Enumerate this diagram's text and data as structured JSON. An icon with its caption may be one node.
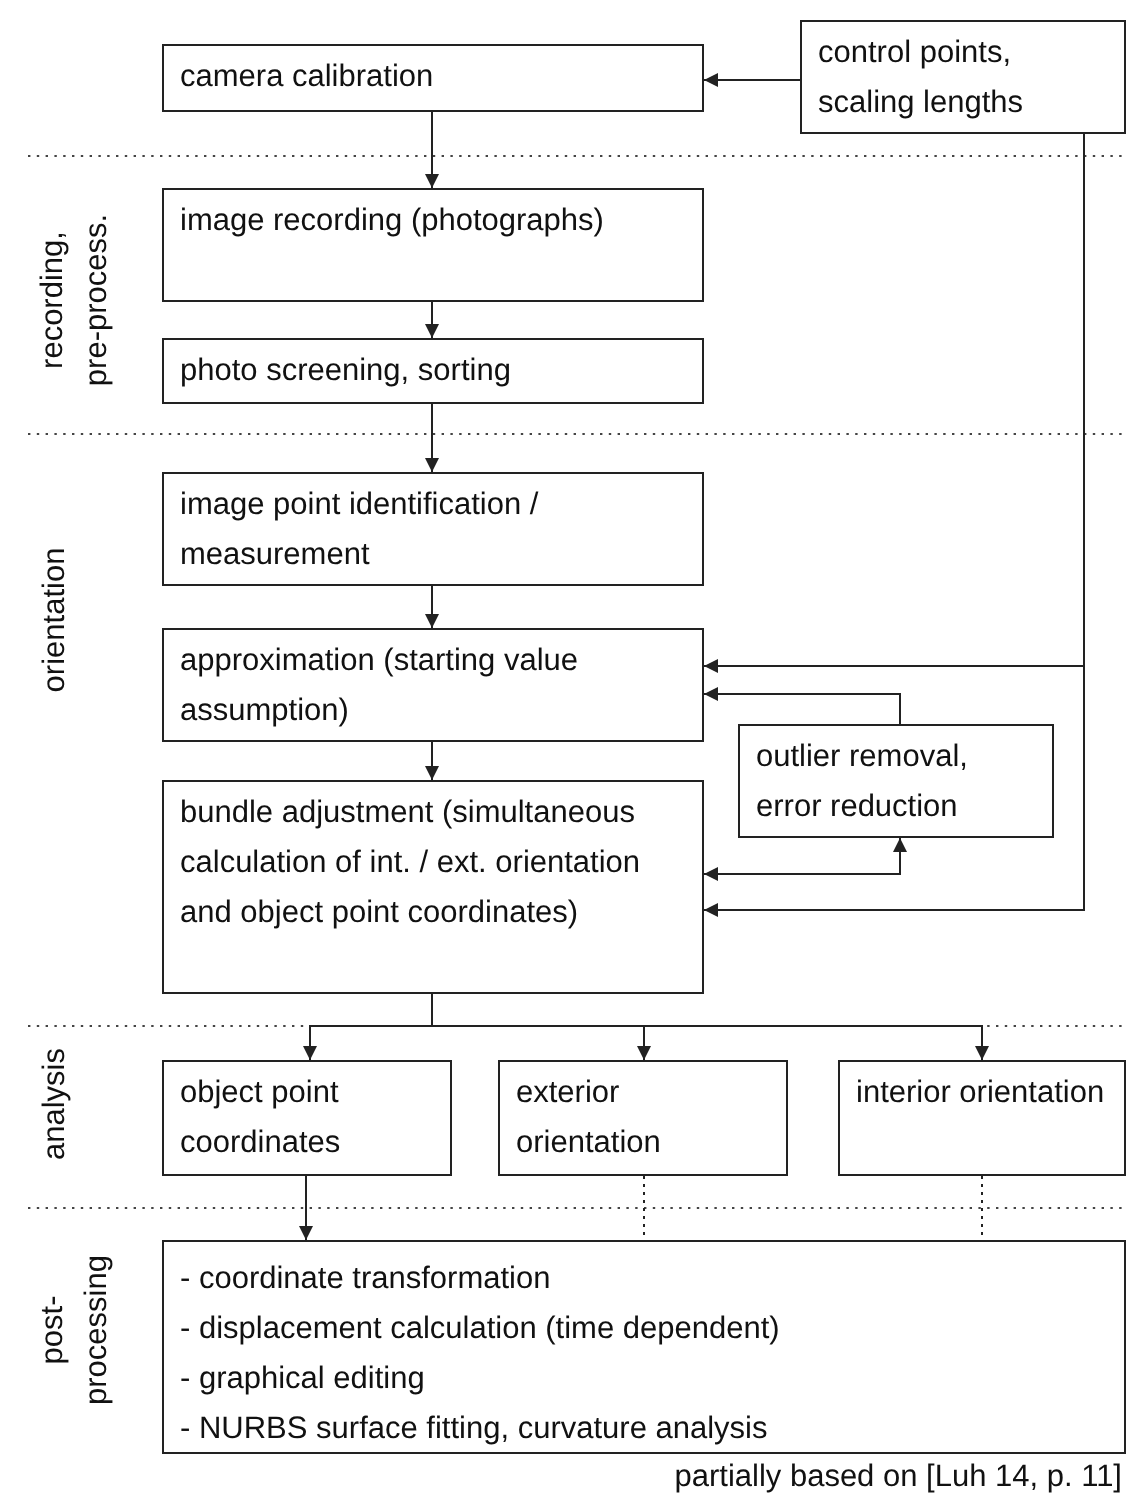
{
  "diagram": {
    "caption": "partially based on [Luh 14, p. 11]",
    "nodes": [
      {
        "text": [
          "camera calibration"
        ]
      },
      {
        "text": [
          "control points, scaling lengths"
        ]
      },
      {
        "text": [
          "image recording (photographs)"
        ]
      },
      {
        "text": [
          "photo screening, sorting"
        ]
      },
      {
        "text": [
          "image point identification / measurement"
        ]
      },
      {
        "text": [
          "approximation (starting value assumption)"
        ]
      },
      {
        "text": [
          "outlier removal, error reduction"
        ]
      },
      {
        "text": [
          "bundle adjustment (simultaneous calculation of int. / ext. orientation and object point coordinates)"
        ]
      },
      {
        "text": [
          "object point coordinates"
        ]
      },
      {
        "text": [
          "exterior orientation"
        ]
      },
      {
        "text": [
          "interior orientation"
        ]
      },
      {
        "text": [
          "- coordinate transformation",
          "- displacement calculation (time dependent)",
          "- graphical editing",
          "- NURBS surface fitting, curvature analysis"
        ]
      }
    ],
    "edges": [
      {
        "from": 1,
        "to": 0,
        "arrow": "to"
      },
      {
        "from": 0,
        "to": 2,
        "arrow": "to"
      },
      {
        "from": 2,
        "to": 3,
        "arrow": "to"
      },
      {
        "from": 3,
        "to": 4,
        "arrow": "to"
      },
      {
        "from": 4,
        "to": 5,
        "arrow": "to"
      },
      {
        "from": 5,
        "to": 7,
        "arrow": "to"
      },
      {
        "from": 1,
        "to": 5,
        "arrow": "to"
      },
      {
        "from": 1,
        "to": 7,
        "arrow": "to"
      },
      {
        "from": 6,
        "to": 5,
        "arrow": "to"
      },
      {
        "from": 7,
        "to": 6,
        "arrow": "both"
      },
      {
        "from": 7,
        "to": 8,
        "arrow": "to"
      },
      {
        "from": 7,
        "to": 9,
        "arrow": "to"
      },
      {
        "from": 7,
        "to": 10,
        "arrow": "to"
      },
      {
        "from": 8,
        "to": 11,
        "arrow": "to"
      },
      {
        "from": 9,
        "to": 11,
        "arrow": "none",
        "style": "dashed"
      },
      {
        "from": 10,
        "to": 11,
        "arrow": "none",
        "style": "dashed"
      }
    ],
    "labels": [
      "recording, pre-process.",
      "orientation",
      "analysis",
      "post-processing"
    ]
  }
}
